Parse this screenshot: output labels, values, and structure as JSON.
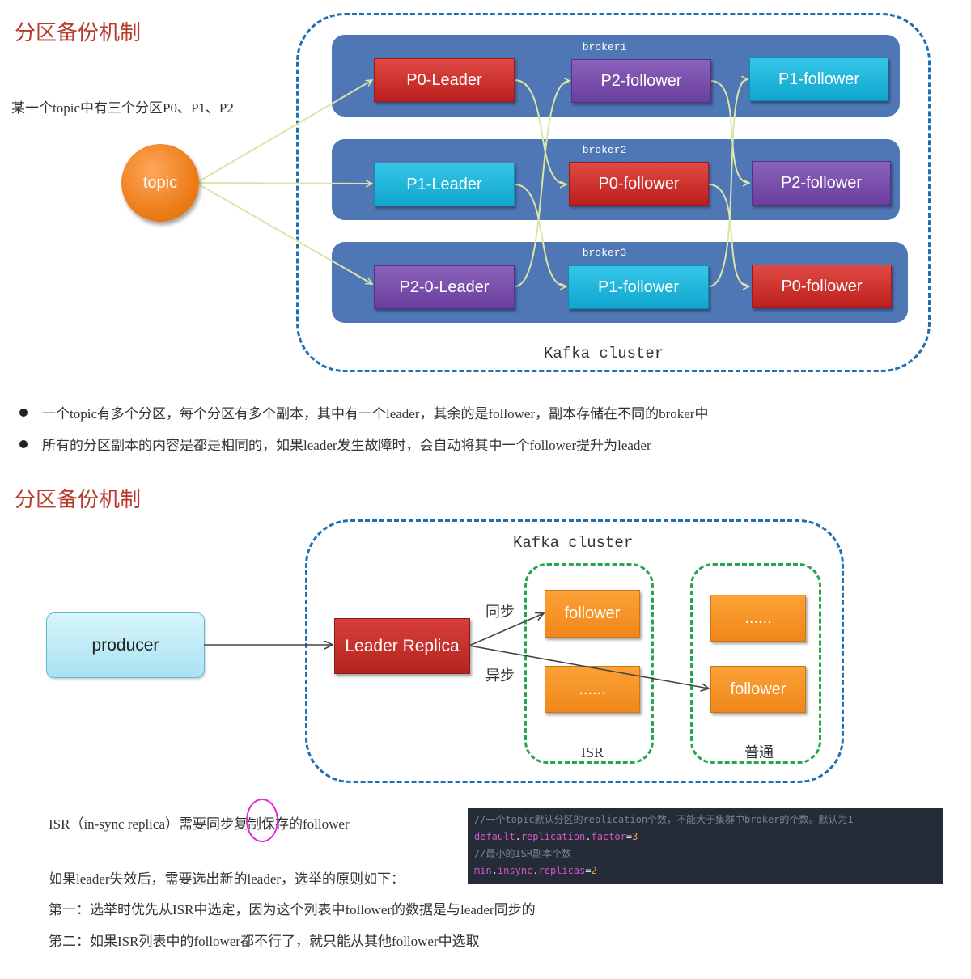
{
  "section1": {
    "title": "分区备份机制",
    "intro": "某一个topic中有三个分区P0、P1、P2",
    "topic_label": "topic",
    "cluster_label": "Kafka cluster",
    "brokers": [
      {
        "name": "broker1",
        "nodes": [
          {
            "label": "P0-Leader",
            "color": "red"
          },
          {
            "label": "P2-follower",
            "color": "purple"
          },
          {
            "label": "P1-follower",
            "color": "cyan"
          }
        ]
      },
      {
        "name": "broker2",
        "nodes": [
          {
            "label": "P1-Leader",
            "color": "cyan"
          },
          {
            "label": "P0-follower",
            "color": "red"
          },
          {
            "label": "P2-follower",
            "color": "purple"
          }
        ]
      },
      {
        "name": "broker3",
        "nodes": [
          {
            "label": "P2-0-Leader",
            "color": "purple"
          },
          {
            "label": "P1-follower",
            "color": "cyan"
          },
          {
            "label": "P0-follower",
            "color": "red"
          }
        ]
      }
    ],
    "bullets": [
      "一个topic有多个分区，每个分区有多个副本，其中有一个leader，其余的是follower，副本存储在不同的broker中",
      "所有的分区副本的内容是都是相同的，如果leader发生故障时，会自动将其中一个follower提升为leader"
    ]
  },
  "section2": {
    "title": "分区备份机制",
    "cluster_label": "Kafka cluster",
    "producer_label": "producer",
    "leader_label": "Leader Replica",
    "sync_label": "同步",
    "async_label": "异步",
    "isr_group": {
      "label": "ISR",
      "nodes": [
        "follower",
        "......"
      ]
    },
    "normal_group": {
      "label": "普通",
      "nodes": [
        "......",
        "follower"
      ]
    },
    "isr_note_prefix": "ISR（in-sync replica）需要",
    "isr_note_highlight": "同步",
    "isr_note_suffix": "复制保存的follower",
    "election_intro": "如果leader失效后，需要选出新的leader，选举的原则如下：",
    "rule1": "第一：选举时优先从ISR中选定，因为这个列表中follower的数据是与leader同步的",
    "rule2": "第二：如果ISR列表中的follower都不行了，就只能从其他follower中选取",
    "code": {
      "comment1": "//一个topic默认分区的replication个数，不能大于集群中broker的个数。默认为1",
      "key1_a": "default",
      "key1_b": "replication",
      "key1_c": "factor",
      "value1": "3",
      "comment2": "//最小的ISR副本个数",
      "key2_a": "min",
      "key2_b": "insync",
      "key2_c": "replicas",
      "value2": "2"
    }
  },
  "colors": {
    "red": "#c9302c",
    "purple": "#7b4fae",
    "cyan": "#1db5dc",
    "orange": "#f59324",
    "broker_bg": "#4f76b5",
    "cluster_border": "#1f6fb3",
    "group_border": "#27a552",
    "title": "#b83a2c",
    "highlight_circle": "#e02be0"
  }
}
